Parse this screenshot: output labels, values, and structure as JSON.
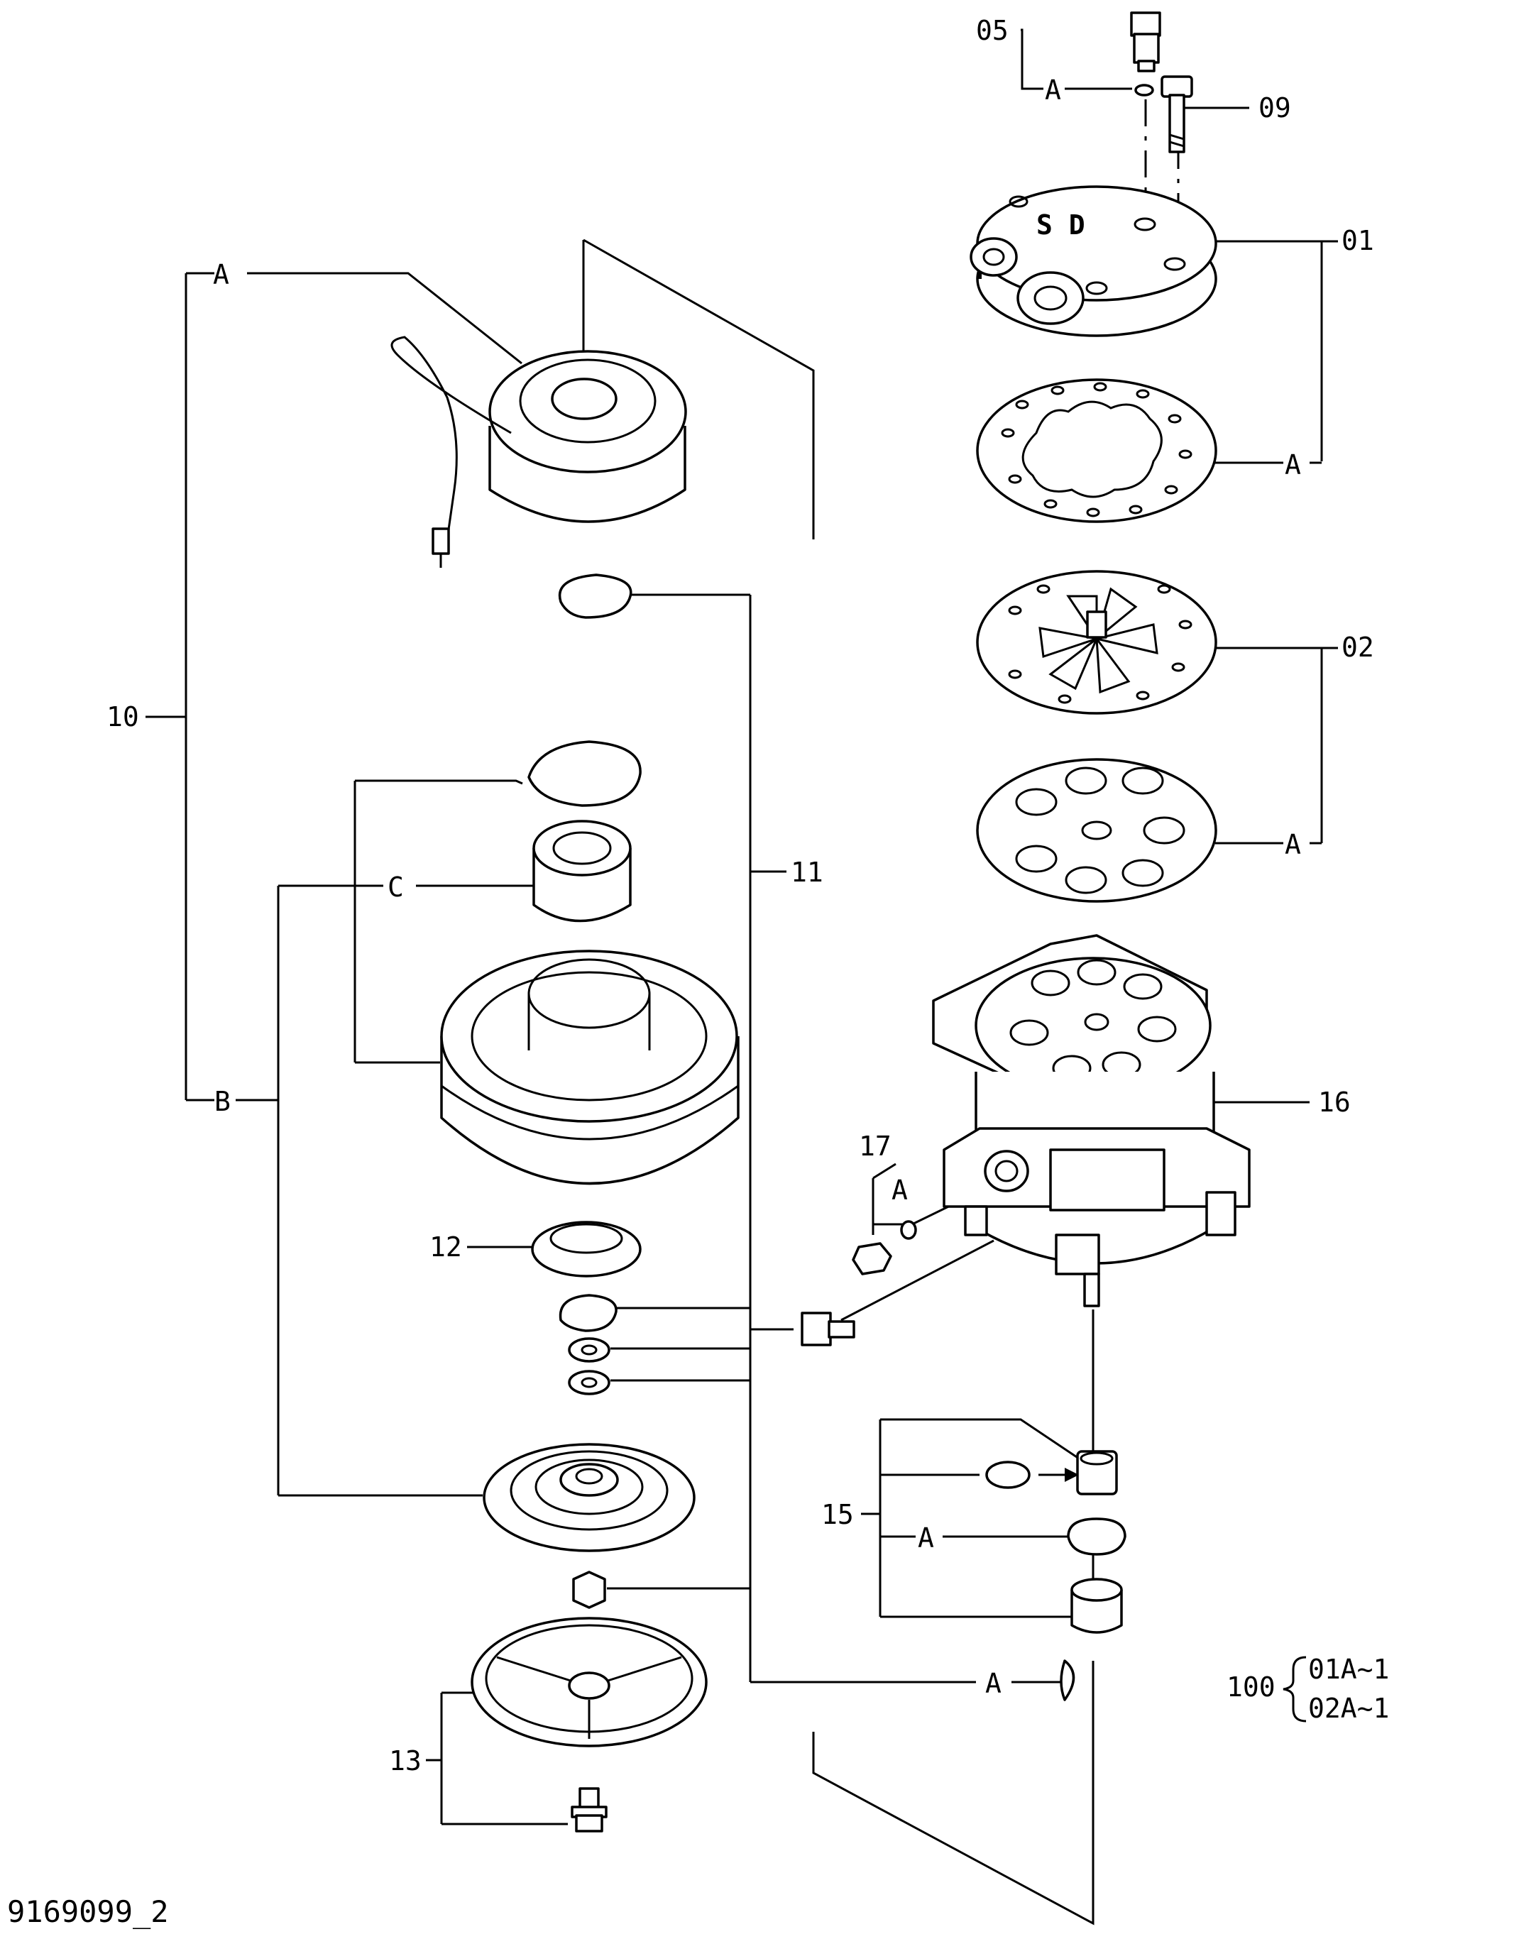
{
  "callouts": {
    "c05": "05",
    "c09": "09",
    "c01": "01",
    "c02": "02",
    "c16": "16",
    "c17": "17",
    "c15": "15",
    "c10": "10",
    "c11": "11",
    "c12": "12",
    "c13": "13"
  },
  "sub_labels": {
    "a_top": "A",
    "a_01": "A",
    "a_02": "A",
    "a_17": "A",
    "a_15": "A",
    "a_key": "A",
    "a_coil": "A",
    "b_pulley": "B",
    "c_bearing": "C"
  },
  "set_note": {
    "number": "100",
    "line1": "01A~1",
    "line2": "02A~1"
  },
  "figure_id": "9169099_2"
}
